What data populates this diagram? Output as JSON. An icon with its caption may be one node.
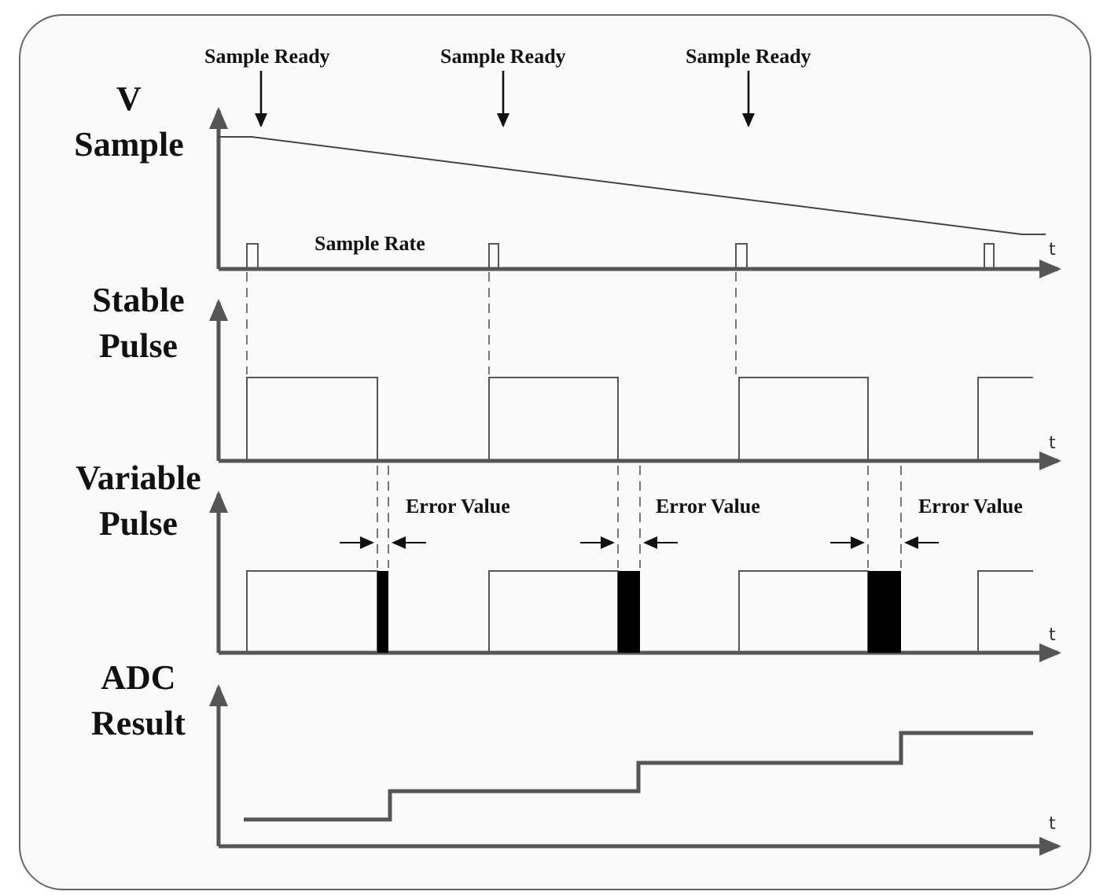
{
  "diagram": {
    "nodes": [
      {
        "text": [
          "Sample Ready"
        ]
      },
      {
        "text": [
          "Sample Ready"
        ]
      },
      {
        "text": [
          "Sample Ready"
        ]
      }
    ],
    "edges": [
      {
        "from": 0,
        "to": null,
        "arrow": "to"
      },
      {
        "from": 1,
        "to": null,
        "arrow": "to"
      },
      {
        "from": 2,
        "to": null,
        "arrow": "to"
      }
    ],
    "labels": [
      "V Sample",
      "Sample Rate",
      "t",
      "Stable Pulse",
      "t",
      "Variable Pulse",
      "Error Value",
      "Error Value",
      "Error Value",
      "t",
      "ADC Result",
      "t"
    ]
  }
}
